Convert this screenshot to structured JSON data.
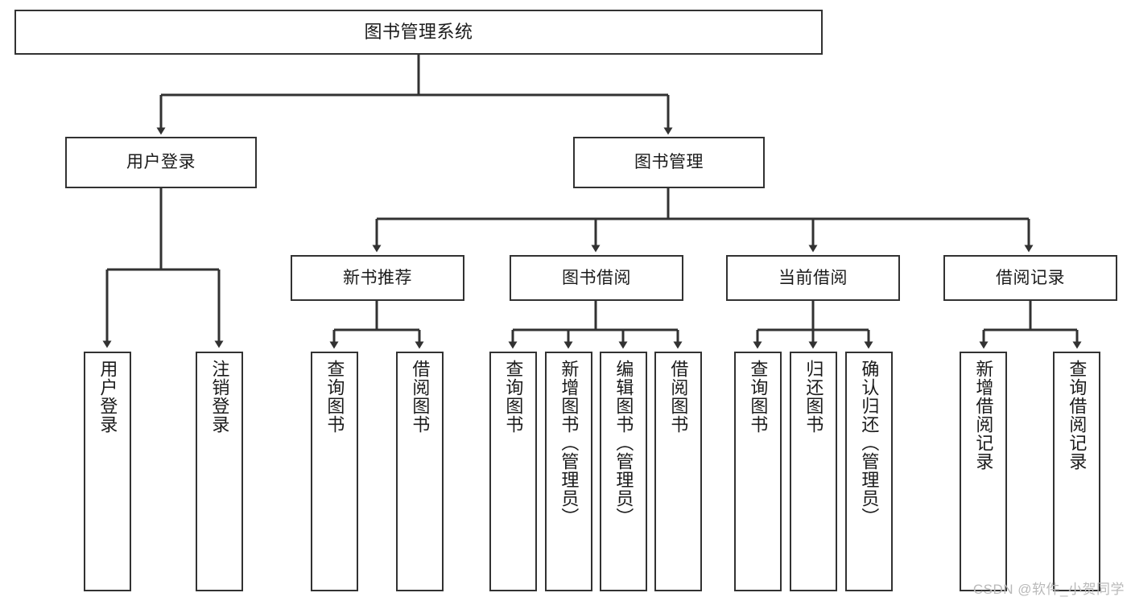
{
  "diagram": {
    "title": "图书管理系统",
    "type": "tree",
    "stroke_color": "#323232",
    "fill_color": "#ffffff",
    "text_color": "#1b1b1b",
    "nodes": {
      "root": {
        "label": "图书管理系统"
      },
      "l1": [
        {
          "id": "user-login",
          "label": "用户登录"
        },
        {
          "id": "book-manage",
          "label": "图书管理"
        }
      ],
      "l2": [
        {
          "id": "new-book-rec",
          "label": "新书推荐"
        },
        {
          "id": "book-borrow",
          "label": "图书借阅"
        },
        {
          "id": "current-borrow",
          "label": "当前借阅"
        },
        {
          "id": "borrow-record",
          "label": "借阅记录"
        }
      ],
      "leaves": {
        "user_login": [
          {
            "id": "leaf-user-login",
            "label": "用户登录"
          },
          {
            "id": "leaf-logout",
            "label": "注销登录"
          }
        ],
        "new_book_rec": [
          {
            "id": "leaf-query-book-1",
            "label": "查询图书"
          },
          {
            "id": "leaf-borrow-book-1",
            "label": "借阅图书"
          }
        ],
        "book_borrow": [
          {
            "id": "leaf-query-book-2",
            "label": "查询图书"
          },
          {
            "id": "leaf-add-book",
            "label": "新增图书（管理员）"
          },
          {
            "id": "leaf-edit-book",
            "label": "编辑图书（管理员）"
          },
          {
            "id": "leaf-borrow-book-2",
            "label": "借阅图书"
          }
        ],
        "current_borrow": [
          {
            "id": "leaf-query-book-3",
            "label": "查询图书"
          },
          {
            "id": "leaf-return-book",
            "label": "归还图书"
          },
          {
            "id": "leaf-confirm-return",
            "label": "确认归还（管理员）"
          }
        ],
        "borrow_record": [
          {
            "id": "leaf-add-record",
            "label": "新增借阅记录"
          },
          {
            "id": "leaf-query-record",
            "label": "查询借阅记录"
          }
        ]
      }
    },
    "watermark": "CSDN @软件_小贺同学"
  }
}
